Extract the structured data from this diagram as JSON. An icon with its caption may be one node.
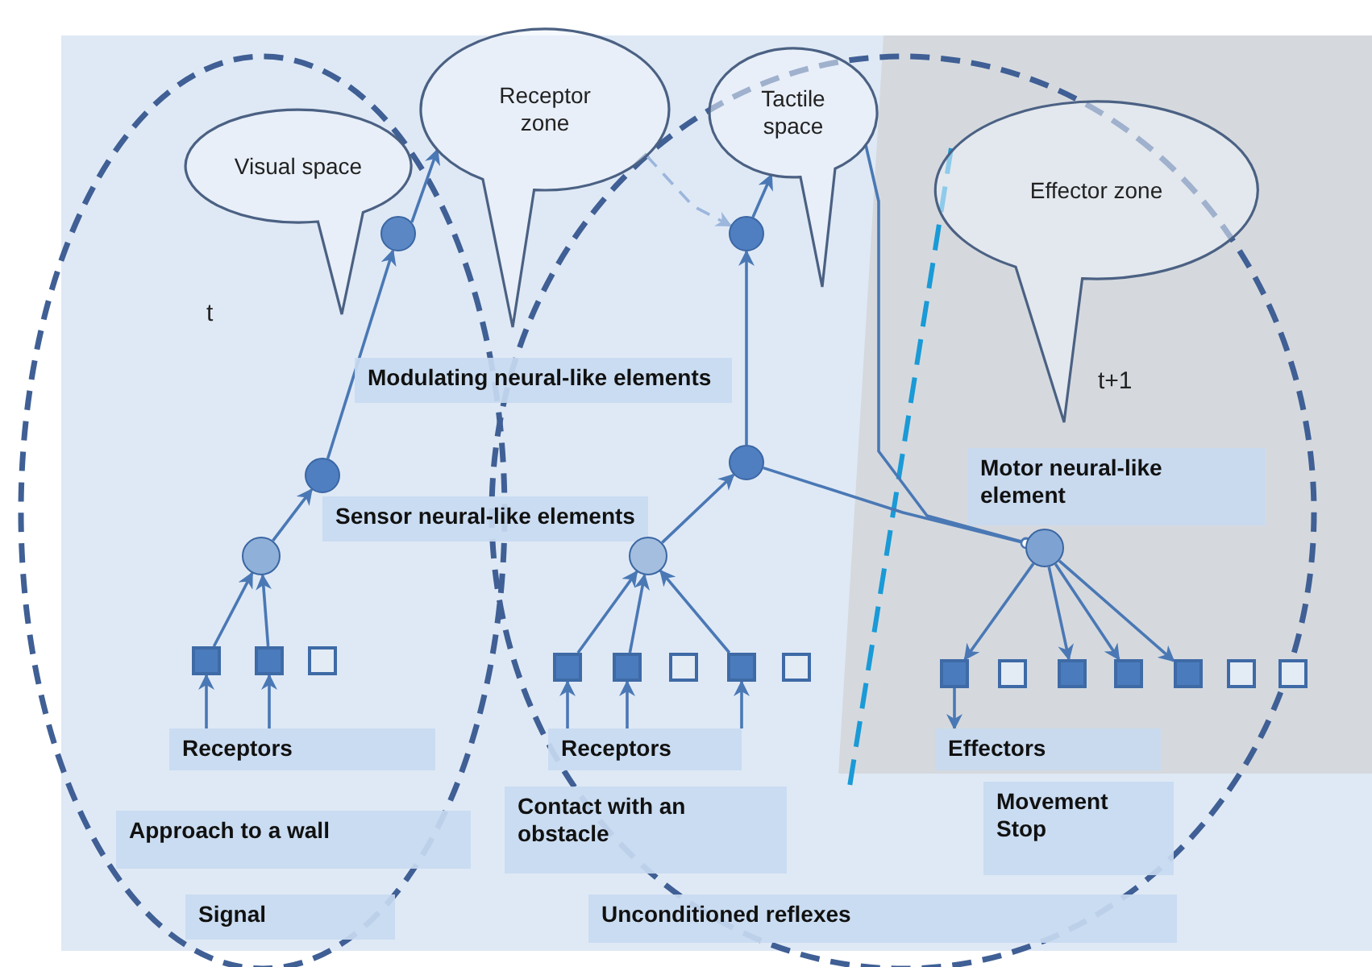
{
  "diagram": {
    "nodes": [
      {
        "text": [
          "Visual space"
        ]
      },
      {
        "text": [
          "Receptor zone"
        ]
      },
      {
        "text": [
          "Tactile space"
        ]
      },
      {
        "text": [
          "Effector zone"
        ]
      },
      {
        "text": [
          "Modulating neural-like elements"
        ]
      },
      {
        "text": [
          "Sensor neural-like elements"
        ]
      },
      {
        "text": [
          "Motor neural-like element"
        ]
      },
      {
        "text": [
          "Receptors"
        ]
      },
      {
        "text": [
          "Receptors"
        ]
      },
      {
        "text": [
          "Effectors"
        ]
      },
      {
        "text": [
          "Approach to a wall"
        ]
      },
      {
        "text": [
          "Contact with an obstacle"
        ]
      },
      {
        "text": [
          "Movement Stop"
        ]
      },
      {
        "text": [
          "Signal"
        ]
      },
      {
        "text": [
          "Unconditioned reflexes"
        ]
      },
      {
        "text": [],
        "shape": "circle"
      },
      {
        "text": [],
        "shape": "circle"
      },
      {
        "text": [],
        "shape": "circle"
      },
      {
        "text": [],
        "shape": "circle"
      },
      {
        "text": [],
        "shape": "circle"
      },
      {
        "text": [],
        "shape": "circle"
      },
      {
        "text": [],
        "shape": "circle"
      },
      {
        "text": [],
        "shape": "box"
      },
      {
        "text": [],
        "shape": "box"
      },
      {
        "text": [],
        "shape": "box"
      },
      {
        "text": [],
        "shape": "box"
      },
      {
        "text": [],
        "shape": "box"
      },
      {
        "text": [],
        "shape": "box"
      },
      {
        "text": [],
        "shape": "box"
      },
      {
        "text": [],
        "shape": "box"
      },
      {
        "text": [],
        "shape": "box"
      },
      {
        "text": [],
        "shape": "box"
      },
      {
        "text": [],
        "shape": "box"
      },
      {
        "text": [],
        "shape": "box"
      },
      {
        "text": [],
        "shape": "box"
      },
      {
        "text": [],
        "shape": "box"
      },
      {
        "text": [],
        "shape": "box"
      }
    ],
    "edges": [
      {
        "from": 7,
        "to": 22,
        "arrow": "to"
      },
      {
        "from": 7,
        "to": 23,
        "arrow": "to"
      },
      {
        "from": 22,
        "to": 17,
        "arrow": "to"
      },
      {
        "from": 23,
        "to": 17,
        "arrow": "to"
      },
      {
        "from": 17,
        "to": 16,
        "arrow": "to"
      },
      {
        "from": 16,
        "to": 15,
        "arrow": "to"
      },
      {
        "from": 15,
        "to": 1,
        "arrow": "to"
      },
      {
        "from": 1,
        "to": 18,
        "arrow": "to",
        "style": "dashed",
        "color": "#9cb6dc"
      },
      {
        "from": 8,
        "to": 25,
        "arrow": "to"
      },
      {
        "from": 8,
        "to": 26,
        "arrow": "to"
      },
      {
        "from": 8,
        "to": 28,
        "arrow": "to"
      },
      {
        "from": 25,
        "to": 20,
        "arrow": "to"
      },
      {
        "from": 26,
        "to": 20,
        "arrow": "to"
      },
      {
        "from": 28,
        "to": 20,
        "arrow": "to"
      },
      {
        "from": 20,
        "to": 19,
        "arrow": "to"
      },
      {
        "from": 19,
        "to": 18,
        "arrow": "to"
      },
      {
        "from": 18,
        "to": 2,
        "arrow": "to"
      },
      {
        "from": 2,
        "to": 21,
        "arrow": "other"
      },
      {
        "from": 19,
        "to": 21,
        "arrow": "other"
      },
      {
        "from": 21,
        "to": 30,
        "arrow": "to"
      },
      {
        "from": 21,
        "to": 32,
        "arrow": "to"
      },
      {
        "from": 21,
        "to": 33,
        "arrow": "to"
      },
      {
        "from": 21,
        "to": 34,
        "arrow": "to"
      },
      {
        "from": 30,
        "to": 9,
        "arrow": "to"
      }
    ],
    "labels": [
      "t",
      "t+1"
    ]
  }
}
